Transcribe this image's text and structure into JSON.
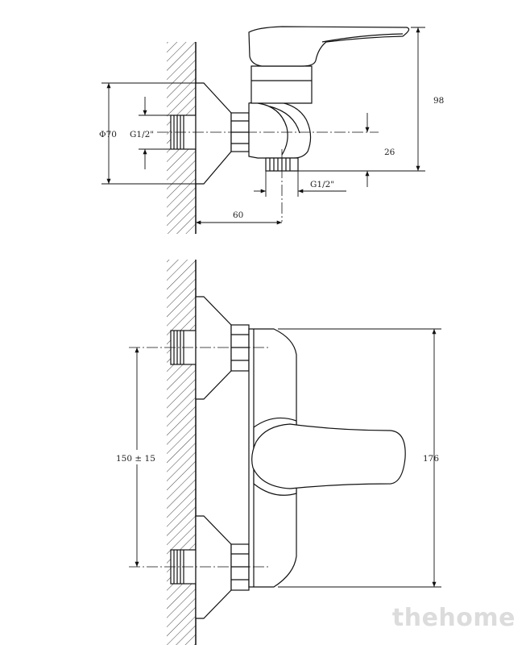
{
  "top_view": {
    "dim_diameter": "Φ70",
    "dim_thread_left": "G1/2\"",
    "dim_height": "98",
    "dim_outlet": "26",
    "dim_thread_bottom": "G1/2\"",
    "dim_depth": "60"
  },
  "front_view": {
    "dim_spacing": "150 ± 15",
    "dim_width": "176"
  },
  "watermark": "thehome"
}
